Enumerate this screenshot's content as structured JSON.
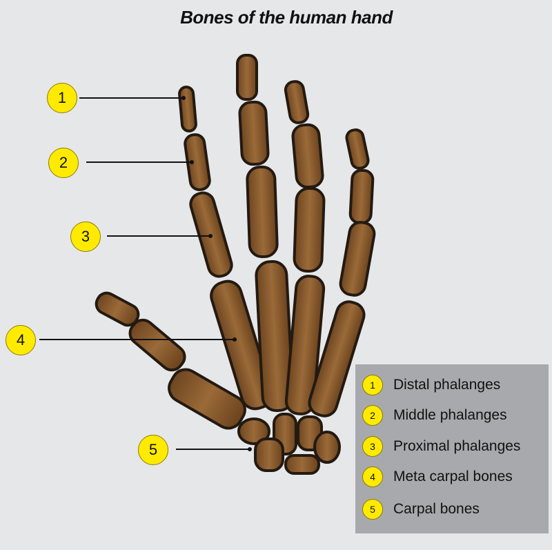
{
  "title": "Bones of the human hand",
  "colors": {
    "background": "#e6e7e9",
    "bone_fill": "#8a5a2b",
    "bone_outline": "#231a12",
    "badge_fill": "#ffea00",
    "legend_background": "#a8a9ad"
  },
  "callouts": [
    {
      "number": "1"
    },
    {
      "number": "2"
    },
    {
      "number": "3"
    },
    {
      "number": "4"
    },
    {
      "number": "5"
    }
  ],
  "legend": [
    {
      "number": "1",
      "label": "Distal phalanges"
    },
    {
      "number": "2",
      "label": "Middle phalanges"
    },
    {
      "number": "3",
      "label": "Proximal phalanges"
    },
    {
      "number": "4",
      "label": "Meta carpal bones"
    },
    {
      "number": "5",
      "label": "Carpal bones"
    }
  ]
}
